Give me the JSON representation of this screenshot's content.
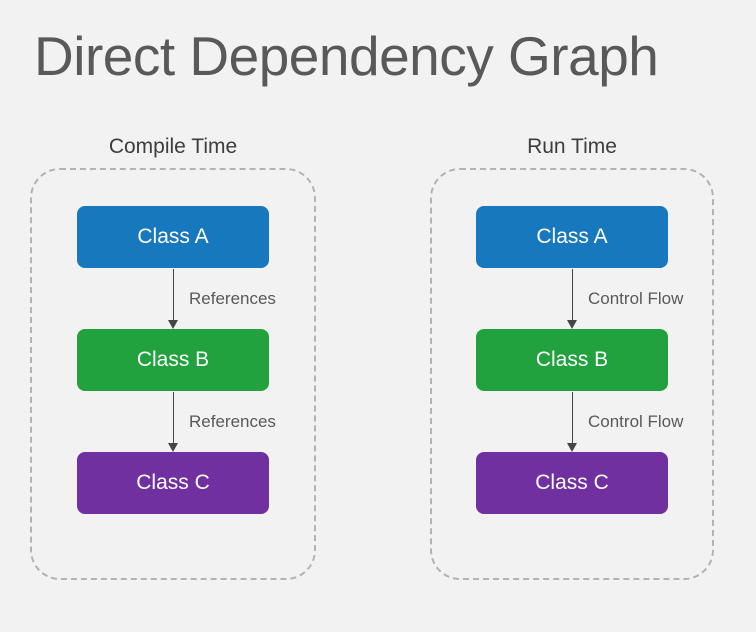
{
  "title": "Direct Dependency Graph",
  "colors": {
    "blue": "#1878be",
    "green": "#22a23e",
    "purple": "#7030a0",
    "background": "#f2f2f2",
    "dashed_border": "#b3b3b3"
  },
  "panels": [
    {
      "label": "Compile Time",
      "nodes": [
        {
          "label": "Class A",
          "color": "#1878be"
        },
        {
          "label": "Class B",
          "color": "#22a23e"
        },
        {
          "label": "Class C",
          "color": "#7030a0"
        }
      ],
      "edges": [
        {
          "label": "References"
        },
        {
          "label": "References"
        }
      ]
    },
    {
      "label": "Run Time",
      "nodes": [
        {
          "label": "Class A",
          "color": "#1878be"
        },
        {
          "label": "Class B",
          "color": "#22a23e"
        },
        {
          "label": "Class C",
          "color": "#7030a0"
        }
      ],
      "edges": [
        {
          "label": "Control Flow"
        },
        {
          "label": "Control Flow"
        }
      ]
    }
  ]
}
